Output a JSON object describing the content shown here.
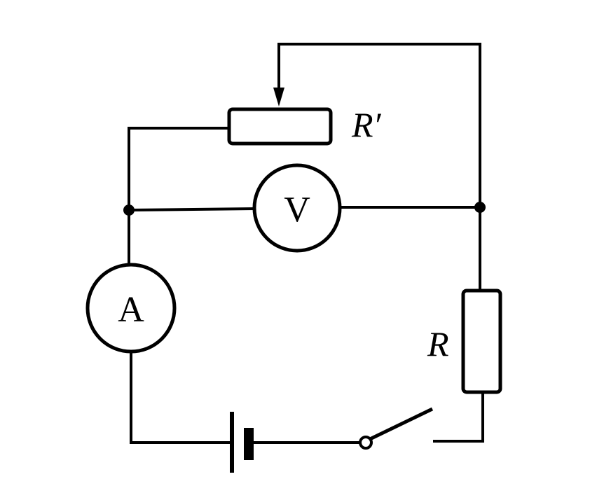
{
  "diagram": {
    "labels": {
      "rheostat": "R′",
      "resistor": "R",
      "voltmeter": "V",
      "ammeter": "A"
    },
    "colors": {
      "line": "#000000",
      "background": "#ffffff"
    }
  }
}
